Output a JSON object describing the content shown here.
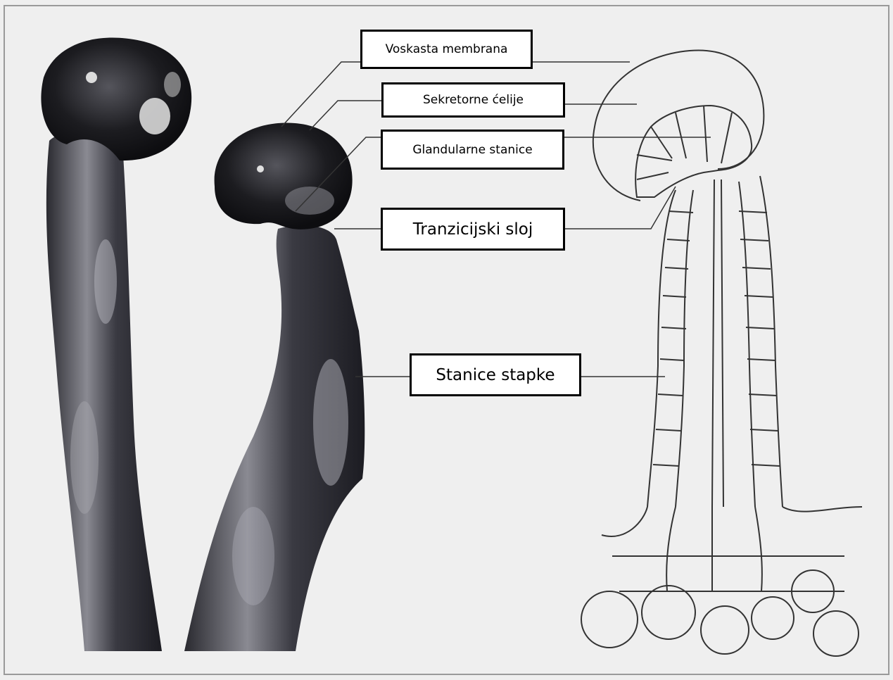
{
  "labels": {
    "wax_membrane": "Voskasta membrana",
    "secretory_cells": "Sekretorne ćelije",
    "glandular_cells": "Glandularne stanice",
    "transition_layer": "Tranzicijski sloj",
    "stalk_cells": "Stanice stapke"
  },
  "colors": {
    "background": "#efefef",
    "trichome_dark": "#1a1a1e",
    "trichome_mid": "#4a4a52",
    "line": "#333333",
    "box_border": "#000000",
    "box_fill": "#ffffff"
  }
}
